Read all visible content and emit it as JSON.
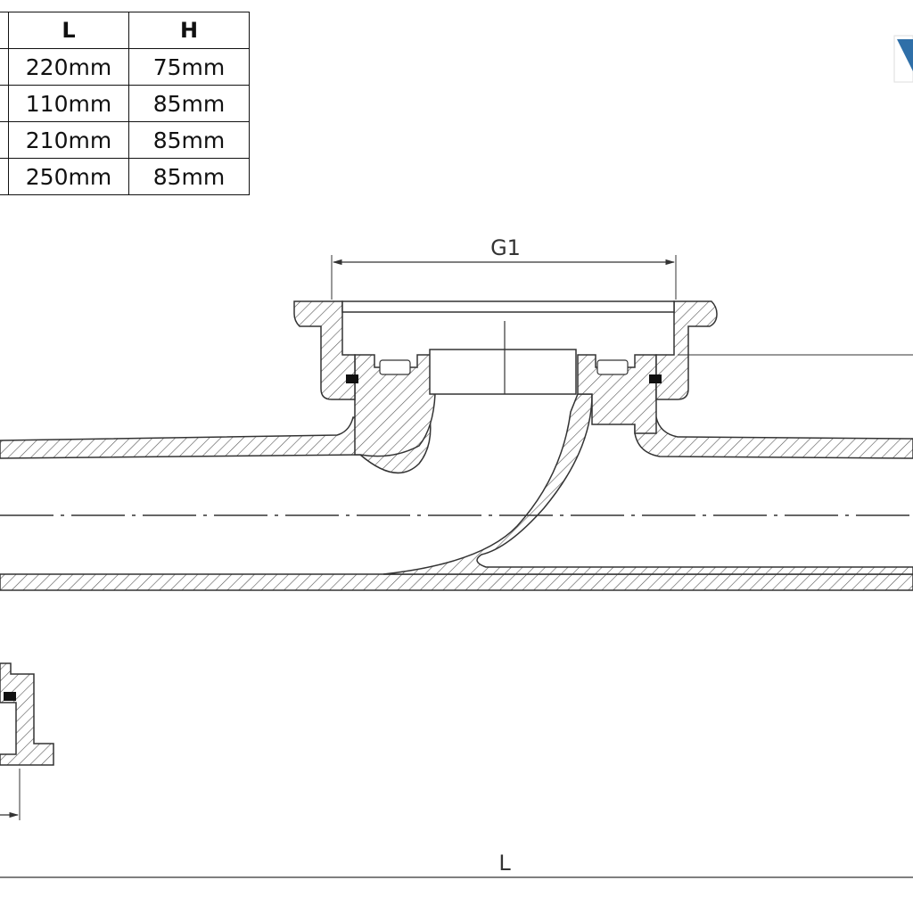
{
  "table": {
    "headers": [
      "",
      "L",
      "H"
    ],
    "rows": [
      [
        "",
        "220mm",
        "75mm"
      ],
      [
        "",
        "110mm",
        "85mm"
      ],
      [
        "",
        "210mm",
        "85mm"
      ],
      [
        "",
        "250mm",
        "85mm"
      ]
    ]
  },
  "labels": {
    "g1": "G1",
    "l": "L"
  },
  "colors": {
    "line": "#333333",
    "hatch": "#555555",
    "seal": "#111111",
    "logo": "#2f6fa8"
  }
}
